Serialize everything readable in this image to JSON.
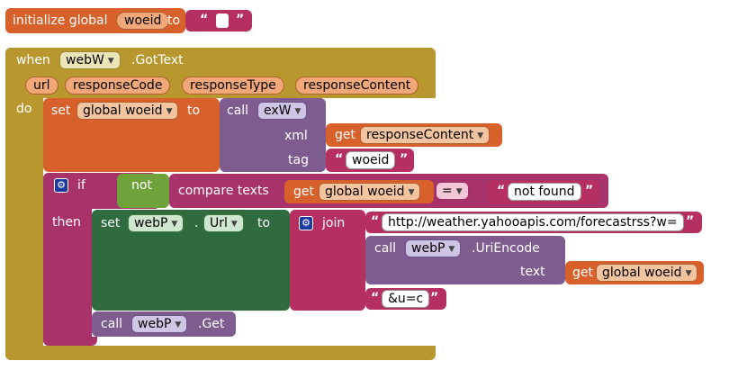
{
  "colors": {
    "procedure": "#B8982E",
    "variable": "#D8602A",
    "component_method": "#7F5C8F",
    "control": "#A8326A",
    "logic": "#6FA23B",
    "component_set": "#2F6B3E",
    "text": "#B53060"
  },
  "init": {
    "keyword": "initialize global",
    "name": "woeid",
    "to": "to",
    "value": ""
  },
  "event": {
    "when": "when",
    "component": "webW",
    "event_name": ".GotText",
    "params": [
      "url",
      "responseCode",
      "responseType",
      "responseContent"
    ],
    "do": "do"
  },
  "set_global": {
    "set": "set",
    "target": "global woeid",
    "to": "to",
    "call": "call",
    "component": "exW",
    "xml_label": "xml",
    "get": "get",
    "xml_value": "responseContent",
    "tag_label": "tag",
    "tag_value": "woeid"
  },
  "if_block": {
    "if": "if",
    "then": "then",
    "not": "not",
    "compare": "compare texts",
    "get": "get",
    "variable": "global woeid",
    "operator": "=",
    "literal": "not found"
  },
  "set_url": {
    "set": "set",
    "component": "webP",
    "dot": ".",
    "property": "Url",
    "to": "to",
    "join": "join",
    "part1": "http://weather.yahooapis.com/forecastrss?w=",
    "call": "call",
    "encode_component": "webP",
    "encode_method": ".UriEncode",
    "text_label": "text",
    "get": "get",
    "variable": "global woeid",
    "part3": "&u=c"
  },
  "call_get": {
    "call": "call",
    "component": "webP",
    "method": ".Get"
  }
}
